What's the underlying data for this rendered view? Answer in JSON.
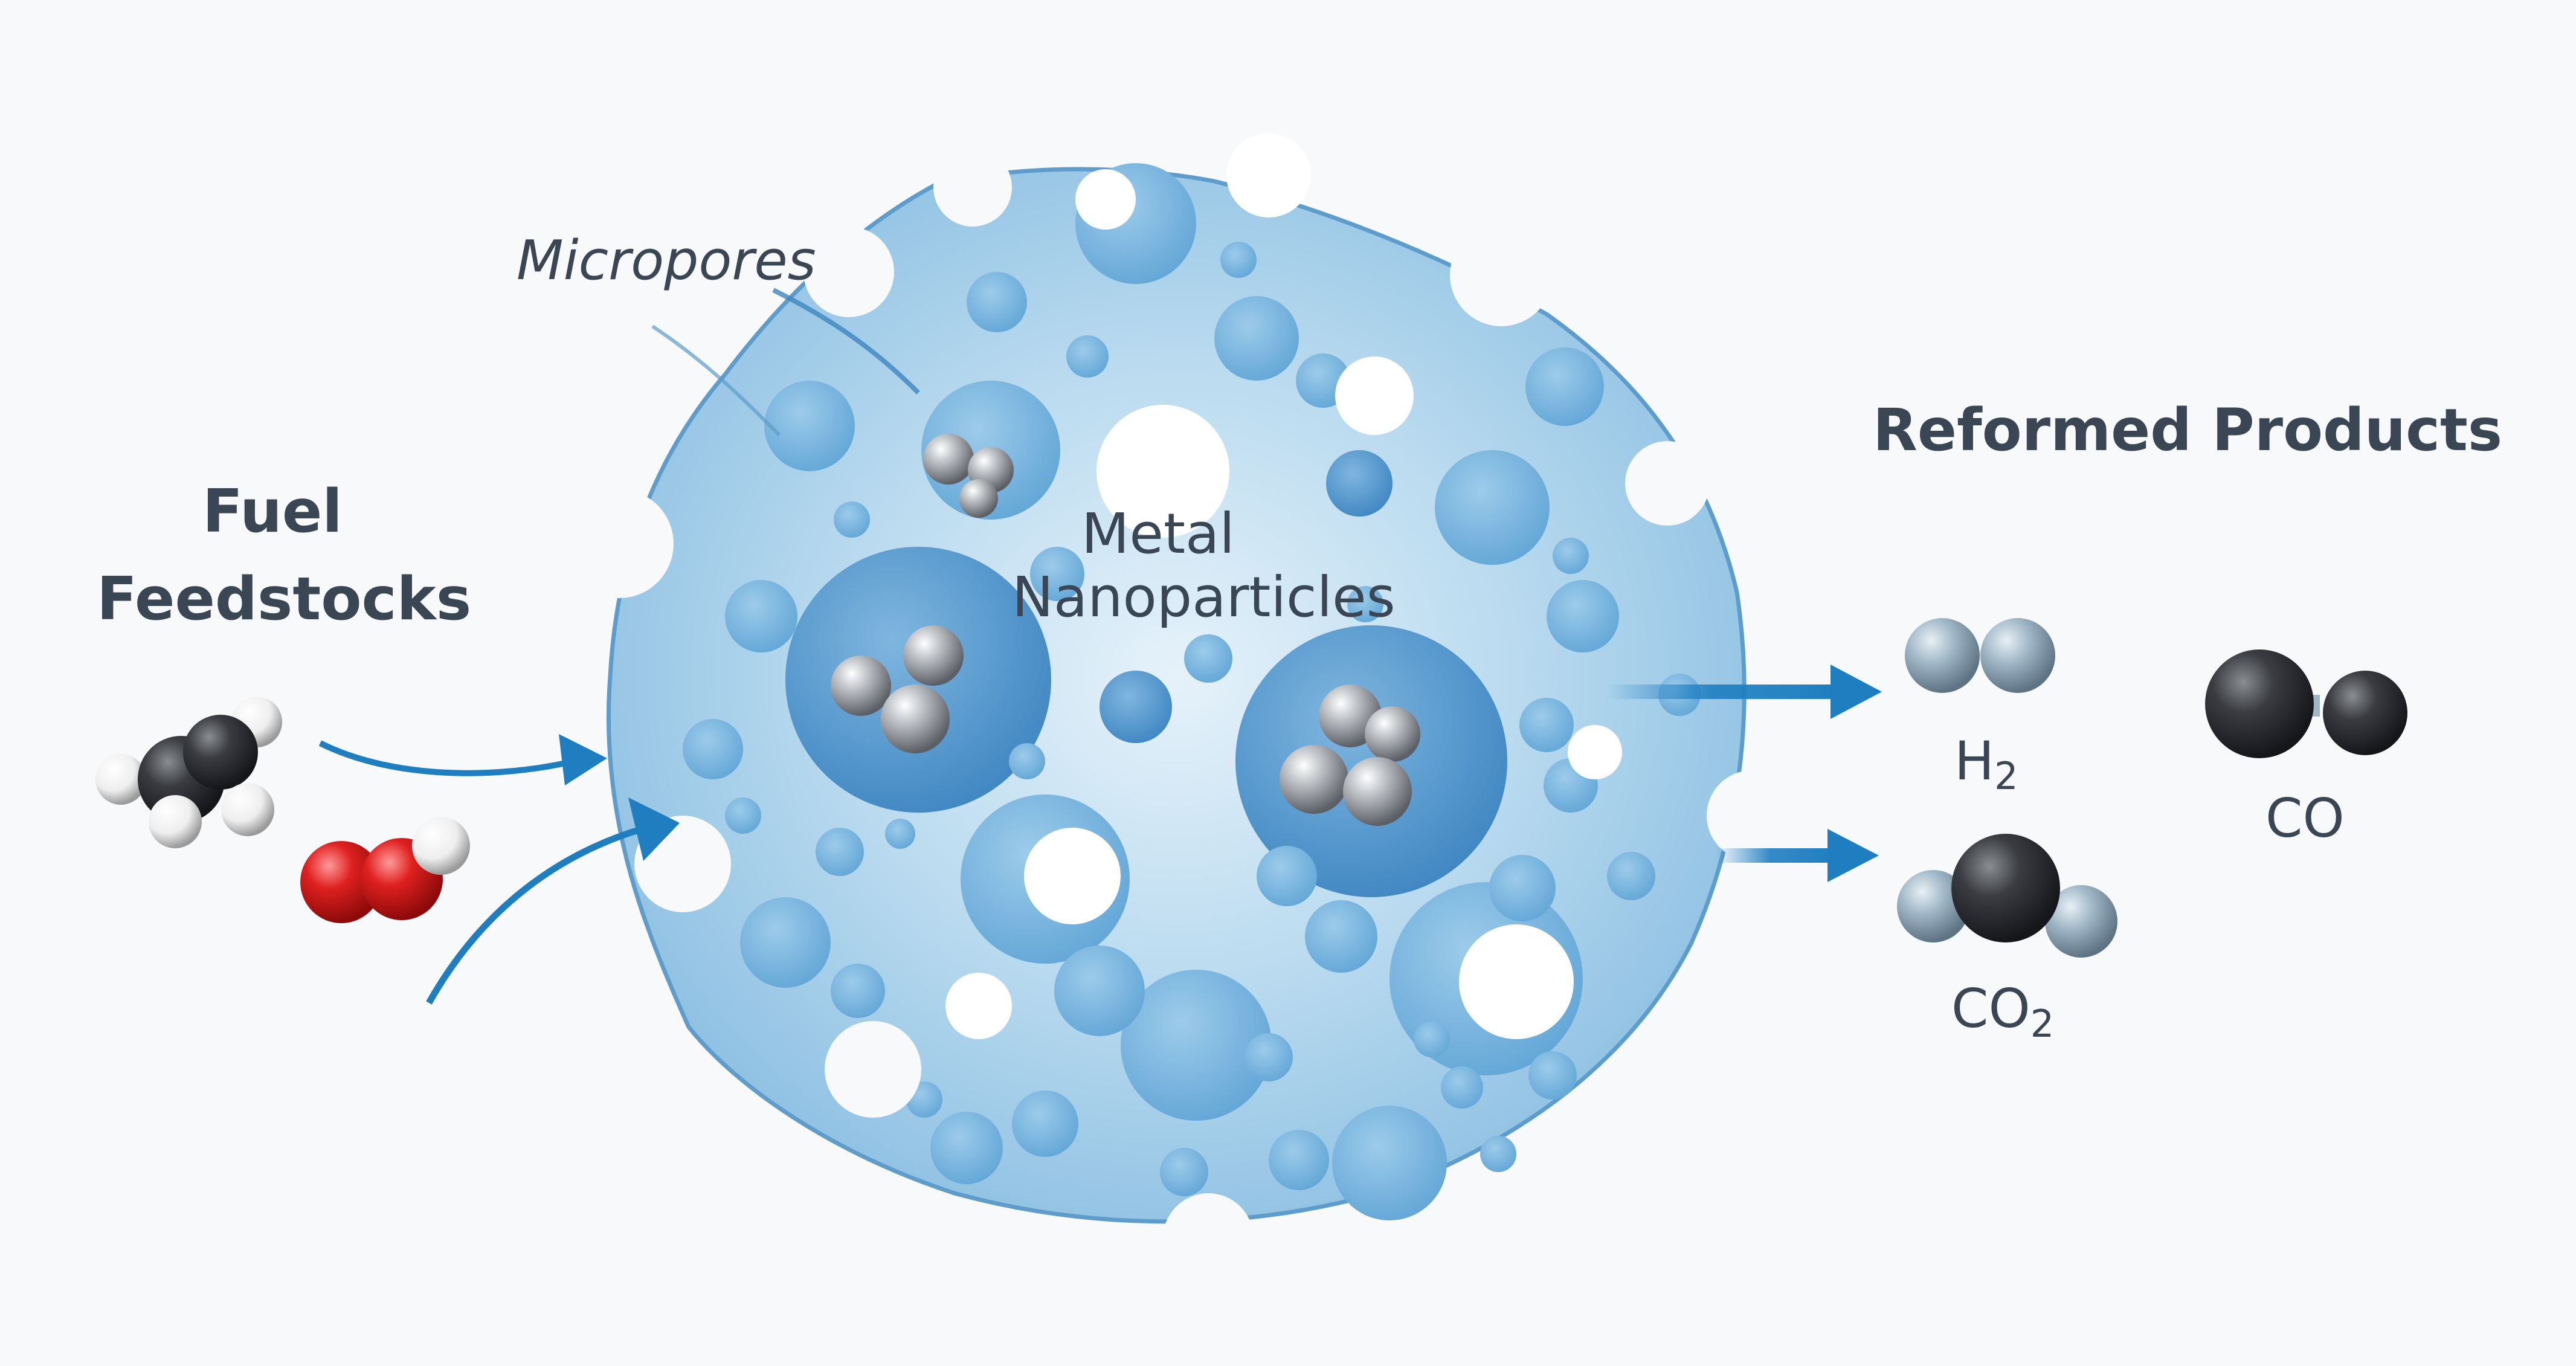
{
  "labels": {
    "micropores": "Micropores",
    "metal_line1": "Metal",
    "metal_line2": "Nanoparticles",
    "fuel_line1": "Fuel",
    "fuel_line2": "Feedstocks",
    "reformed": "Reformed Products",
    "h2_main": "H",
    "h2_sub": "2",
    "co2_main": "CO",
    "co2_sub": "2",
    "co": "CO"
  },
  "colors": {
    "background": "#f7f9fb",
    "particle_fill": "#a9d0ea",
    "particle_edge": "#5d9ccb",
    "pore_fill": "#74b1dc",
    "pore_dark": "#4e93c9",
    "arrow": "#1f7ec0",
    "metal": "#8c8f94",
    "carbon": "#2a2c30",
    "oxygen": "#d01a1a",
    "hydrogen": "#f2f2f2",
    "h2_atom": "#8fa7b8",
    "text": "#3b4654"
  },
  "icons": {
    "fuel_molecule": "methane-molecule-icon",
    "water_molecule": "water-molecule-icon",
    "hydrogen_molecule": "h2-molecule-icon",
    "co2_molecule": "co2-molecule-icon",
    "co_molecule": "co-molecule-icon",
    "nanoparticle": "metal-nanoparticle-icon"
  }
}
